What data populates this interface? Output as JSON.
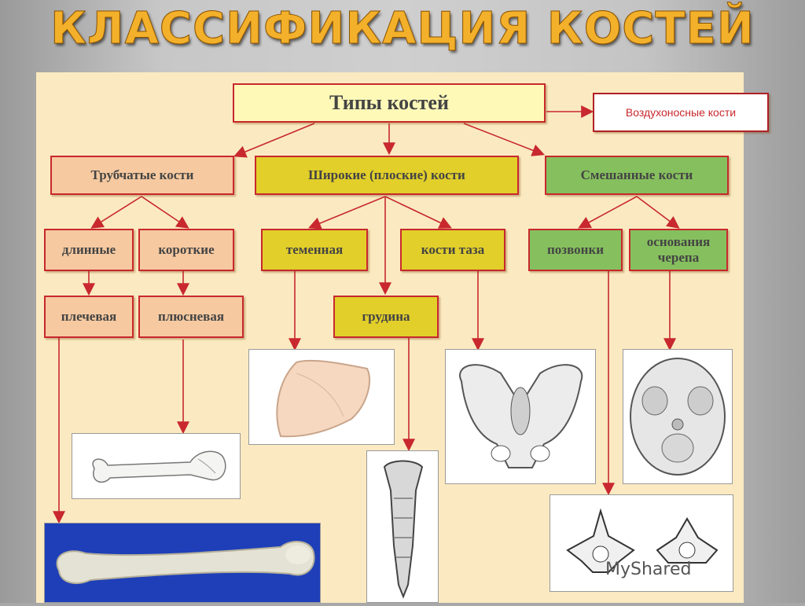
{
  "title": "КЛАССИФИКАЦИЯ КОСТЕЙ",
  "nodes": {
    "root": "Типы костей",
    "air": "Воздухоносные кости",
    "tubular": "Трубчатые кости",
    "flat": "Широкие (плоские) кости",
    "mixed": "Смешанные кости",
    "long": "длинные",
    "short": "короткие",
    "parietal": "теменная",
    "pelvis": "кости таза",
    "vertebrae": "позвонки",
    "skull_base": "основания черепа",
    "humerus": "плечевая",
    "metatarsal": "плюсневая",
    "sternum": "грудина"
  },
  "images": {
    "metatarsal": "metatarsal-bone",
    "humerus": "humerus-bone",
    "parietal": "parietal-bone",
    "sternum": "sternum-bone",
    "pelvis": "pelvis-bones",
    "skull_base": "skull-base",
    "vertebrae": "vertebrae"
  },
  "watermark": "MyShared",
  "colors": {
    "arrow": "#c8282e",
    "yellow": "#e2cf2a",
    "orange": "#f6c9a0",
    "green": "#86c05e"
  }
}
